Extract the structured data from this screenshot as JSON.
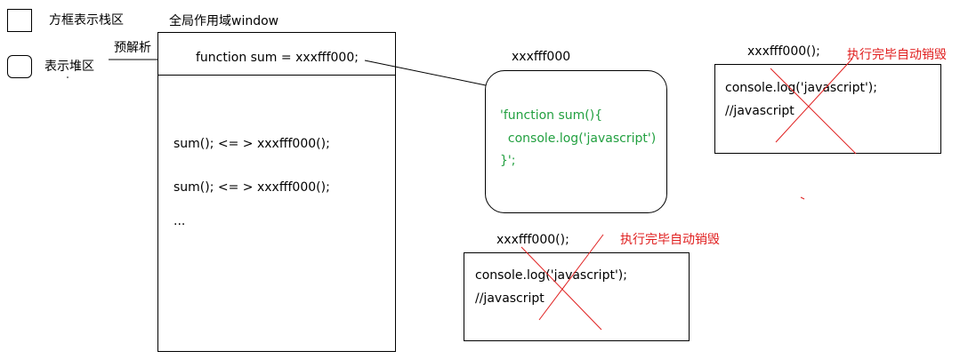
{
  "legend": {
    "stack_label": "方框表示栈区",
    "heap_label": "表示堆区"
  },
  "preparse_label": "预解析",
  "global_scope": {
    "title": "全局作用域window",
    "declaration": "function sum =  xxxfff000;",
    "lines": [
      "sum(); <= > xxxfff000();",
      "sum(); <= > xxxfff000();",
      "..."
    ]
  },
  "heap": {
    "address": "xxxfff000",
    "code_lines": [
      "'function sum(){",
      "  console.log('javascript')",
      "}';"
    ]
  },
  "exec_contexts": [
    {
      "title": "xxxfff000();",
      "note": "执行完毕自动销毁",
      "lines": [
        "console.log('javascript');",
        "//javascript"
      ]
    },
    {
      "title": "xxxfff000();",
      "note": "执行完毕自动销毁",
      "lines": [
        "console.log('javascript');",
        "//javascript"
      ]
    }
  ],
  "colors": {
    "note": "#e02020",
    "code": "#22a040",
    "cross": "#e02020"
  }
}
